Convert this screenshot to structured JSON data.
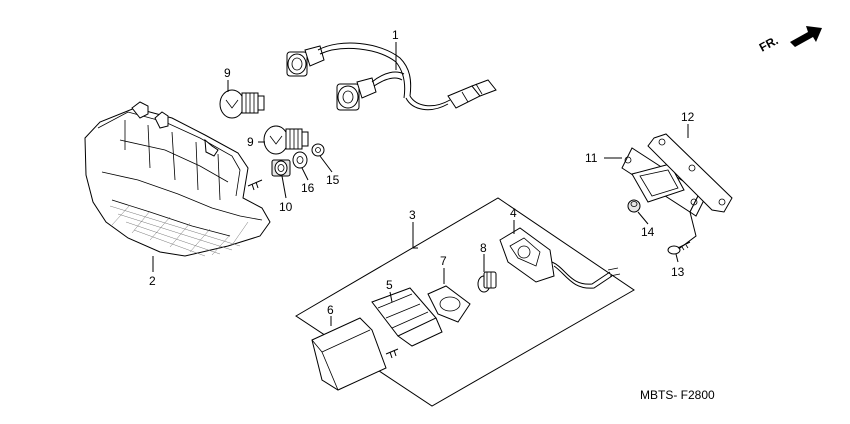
{
  "diagram": {
    "code": "MBTS- F2800",
    "direction_label": "FR.",
    "callouts": [
      "1",
      "2",
      "3",
      "4",
      "5",
      "6",
      "7",
      "8",
      "9",
      "9",
      "10",
      "11",
      "12",
      "13",
      "14",
      "15",
      "16"
    ]
  }
}
